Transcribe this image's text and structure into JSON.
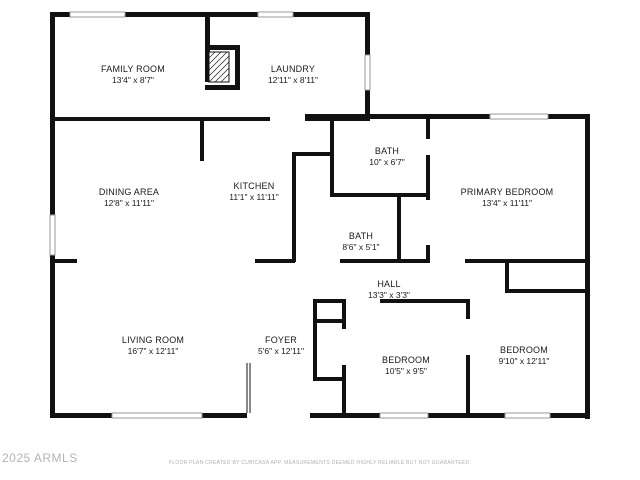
{
  "rooms": {
    "family_room": {
      "name": "FAMILY ROOM",
      "dim": "13'4\" x 8'7\""
    },
    "laundry": {
      "name": "LAUNDRY",
      "dim": "12'11\" x 8'11\""
    },
    "dining_area": {
      "name": "DINING AREA",
      "dim": "12'8\" x 11'11\""
    },
    "kitchen": {
      "name": "KITCHEN",
      "dim": "11'1\" x 11'11\""
    },
    "bath_1": {
      "name": "BATH",
      "dim": "10\" x 6'7\""
    },
    "primary_bedroom": {
      "name": "PRIMARY BEDROOM",
      "dim": "13'4\" x 11'11\""
    },
    "bath_2": {
      "name": "BATH",
      "dim": "8'6\" x 5'1\""
    },
    "hall": {
      "name": "HALL",
      "dim": "13'3\" x 3'3\""
    },
    "living_room": {
      "name": "LIVING ROOM",
      "dim": "16'7\" x 12'11\""
    },
    "foyer": {
      "name": "FOYER",
      "dim": "5'6\" x 12'11\""
    },
    "bedroom_1": {
      "name": "BEDROOM",
      "dim": "10'5\" x 9'5\""
    },
    "bedroom_2": {
      "name": "BEDROOM",
      "dim": "9'10\" x 12'11\""
    }
  },
  "watermark": "2025 ARMLS",
  "disclaimer": "FLOOR PLAN CREATED BY CUBICASA APP. MEASUREMENTS DEEMED HIGHLY RELIABLE BUT NOT GUARANTEED."
}
